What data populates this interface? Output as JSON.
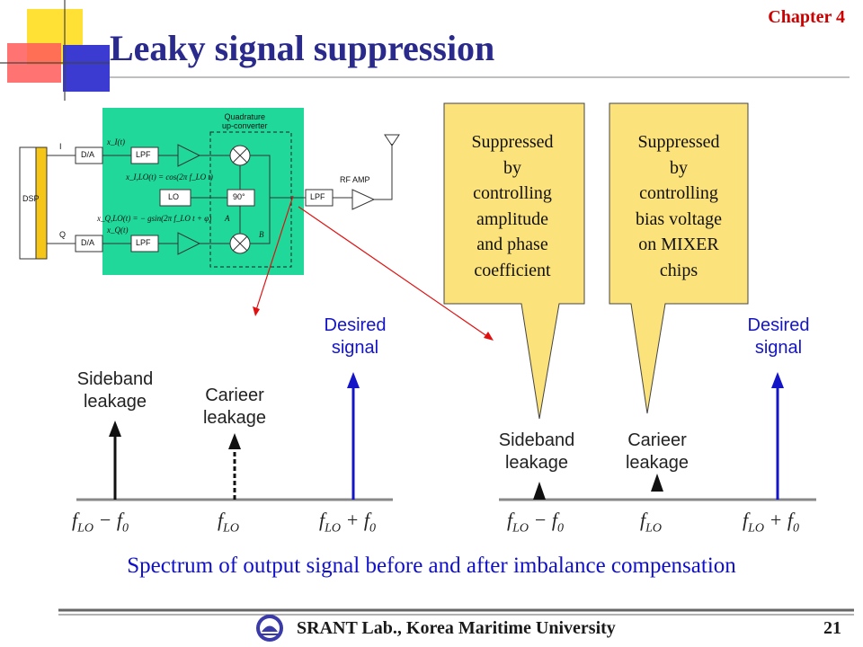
{
  "slide": {
    "title": "Leaky signal suppression",
    "chapter": "Chapter 4",
    "caption": "Spectrum of output signal before and after imbalance compensation",
    "footer": "SRANT Lab., Korea Maritime University",
    "page_number": "21"
  },
  "callouts": [
    {
      "text_lines": [
        "Suppressed",
        "by",
        "controlling",
        "amplitude",
        "and phase",
        "coefficient"
      ]
    },
    {
      "text_lines": [
        "Suppressed",
        "by",
        "controlling",
        "bias voltage",
        "on MIXER",
        "chips"
      ]
    }
  ],
  "spectrum_before": {
    "sideband_label": [
      "Sideband",
      "leakage"
    ],
    "carrier_label": [
      "Carieer",
      "leakage"
    ],
    "desired_label": [
      "Desired",
      "signal"
    ],
    "freq_labels": {
      "low": "f",
      "low_sub": "LO",
      "low_rest": " − f",
      "low_rest_sub": "0",
      "mid": "f",
      "mid_sub": "LO",
      "high": "f",
      "high_sub": "LO",
      "high_rest": " + f",
      "high_rest_sub": "0"
    }
  },
  "spectrum_after": {
    "sideband_label": [
      "Sideband",
      "leakage"
    ],
    "carrier_label": [
      "Carieer",
      "leakage"
    ],
    "desired_label": [
      "Desired",
      "signal"
    ]
  },
  "block_diagram": {
    "dsp": "DSP",
    "i_label": "I",
    "q_label": "Q",
    "da": "D/A",
    "lpf": "LPF",
    "lo": "LO",
    "phase90": "90°",
    "quadrature_label": [
      "Quadrature",
      "up-converter"
    ],
    "rf_amp": "RF AMP",
    "xi_t": "x_I(t)",
    "xq_t": "x_Q(t)",
    "x_ilo": "x_I,LO(t) = cos(2π f_LO t)",
    "x_qlo": "x_Q,LO(t) = − gsin(2π f_LO t + φ)",
    "a_label": "A",
    "b_label": "B"
  },
  "colors": {
    "title": "#2a2a8c",
    "chapter": "#cc0000",
    "caption": "#1010cc",
    "desired": "#1515c8",
    "callout_fill": "#fce27a",
    "green_panel": "#1fd89a",
    "dsp_stripe": "#f5c518",
    "arrow_red": "#e01010"
  }
}
